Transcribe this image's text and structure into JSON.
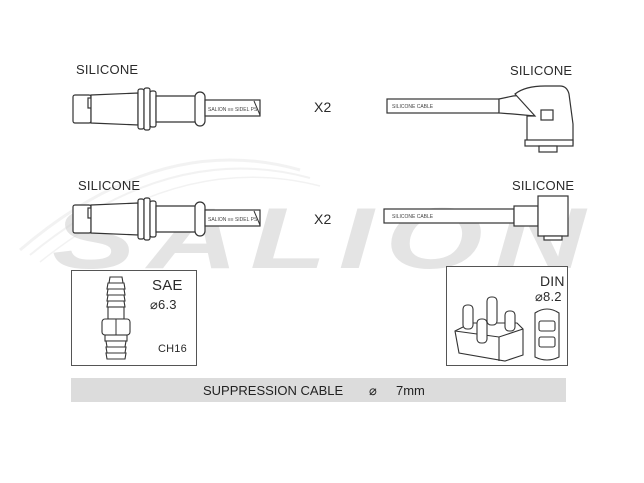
{
  "watermark": "SALION",
  "row1": {
    "left_label": "SILICONE",
    "right_label": "SILICONE",
    "multiplier": "X2",
    "print_left": "SALION ≡≡ SIDEL PS",
    "print_right": "SILICONE CABLE"
  },
  "row2": {
    "left_label": "SILICONE",
    "right_label": "SILICONE",
    "multiplier": "X2",
    "print_left": "SALION ≡≡ SIDEL PS",
    "print_right": "SILICONE CABLE"
  },
  "sae_box": {
    "title": "SAE",
    "size": "⌀6.3",
    "hex": "CH16"
  },
  "din_box": {
    "title": "DIN",
    "size": "⌀8.2"
  },
  "cable_bar": {
    "label": "SUPPRESSION CABLE",
    "diameter_symbol": "⌀",
    "diameter": "7mm"
  }
}
